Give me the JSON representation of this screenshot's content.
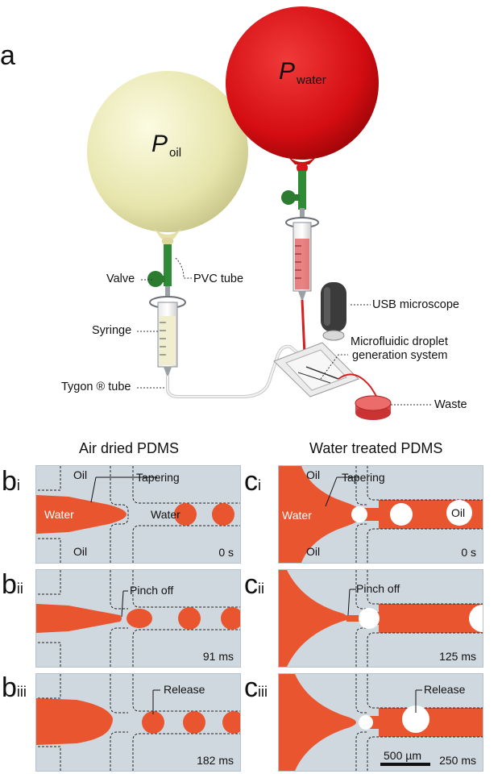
{
  "panel_a": {
    "letter": "a",
    "balloon_oil": {
      "symbol": "P",
      "subscript": "oil"
    },
    "balloon_water": {
      "symbol": "P",
      "subscript": "water"
    },
    "labels": {
      "valve": "Valve",
      "pvc_tube": "PVC tube",
      "syringe": "Syringe",
      "tygon": "Tygon ® tube",
      "usb_microscope": "USB microscope",
      "microfluidic_1": "Microfluidic droplet",
      "microfluidic_2": "generation system",
      "waste": "Waste"
    },
    "colors": {
      "oil_balloon": "#ecebb6",
      "water_balloon": "#d80f17",
      "valve": "#2a7a2e"
    }
  },
  "column_b": {
    "title": "Air dried PDMS",
    "letter": "b",
    "panels": [
      {
        "sub": "i",
        "time": "0 s",
        "labels": {
          "oil_top": "Oil",
          "oil_bottom": "Oil",
          "water": "Water",
          "water_right": "Water",
          "tapering": "Tapering"
        }
      },
      {
        "sub": "ii",
        "time": "91 ms",
        "labels": {
          "pinch": "Pinch off"
        }
      },
      {
        "sub": "iii",
        "time": "182 ms",
        "labels": {
          "release": "Release"
        }
      }
    ]
  },
  "column_c": {
    "title": "Water treated PDMS",
    "letter": "c",
    "panels": [
      {
        "sub": "i",
        "time": "0 s",
        "labels": {
          "oil_top": "Oil",
          "oil_bottom": "Oil",
          "water": "Water",
          "oil_drop": "Oil",
          "tapering": "Tapering"
        }
      },
      {
        "sub": "ii",
        "time": "125 ms",
        "labels": {
          "pinch": "Pinch off"
        }
      },
      {
        "sub": "iii",
        "time": "250 ms",
        "labels": {
          "release": "Release"
        },
        "scale_bar": "500 µm"
      }
    ]
  },
  "colors": {
    "water_fluid": "#e8552e",
    "channel_bg": "#cfd8df"
  }
}
